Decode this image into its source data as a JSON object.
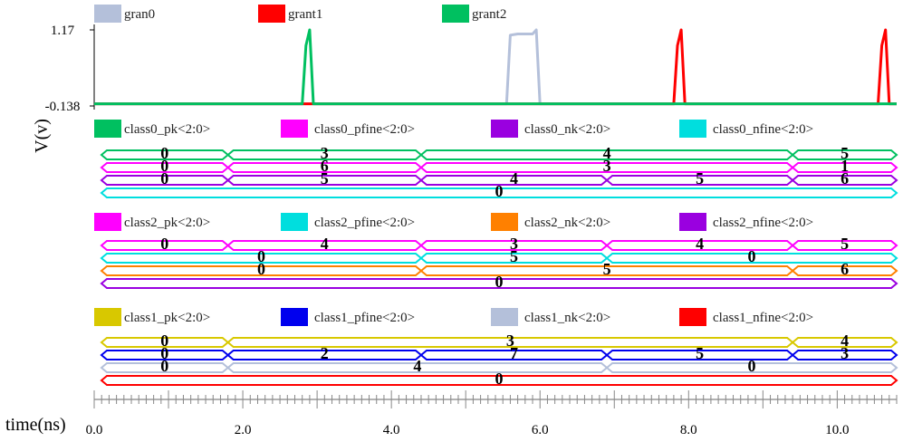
{
  "chart_data": {
    "type": "line",
    "x_range": [
      0,
      10.8
    ],
    "x_ticks": [
      "0.0",
      "2.0",
      "4.0",
      "6.0",
      "8.0",
      "10.0"
    ],
    "xlabel": "time(ns)",
    "analog": {
      "ylabel": "V(v)",
      "ylim": [
        -0.138,
        1.17
      ],
      "y_ticks": [
        "1.17",
        "-0.138"
      ],
      "series": [
        {
          "name": "gran0",
          "color": "#b4c0da",
          "x": [
            0,
            5.55,
            5.6,
            5.7,
            5.9,
            5.95,
            6.0,
            10.8
          ],
          "y": [
            -0.1,
            -0.1,
            1.08,
            1.1,
            1.1,
            1.17,
            -0.1,
            -0.1
          ]
        },
        {
          "name": "grant1",
          "color": "#ff0000",
          "x": [
            0,
            2.9,
            2.92,
            7.8,
            7.85,
            7.9,
            7.95,
            10.55,
            10.6,
            10.65,
            10.7,
            10.8
          ],
          "y": [
            -0.1,
            -0.1,
            -0.1,
            -0.1,
            0.9,
            1.17,
            -0.1,
            -0.1,
            0.9,
            1.17,
            -0.1,
            -0.1
          ]
        },
        {
          "name": "grant2",
          "color": "#00c060",
          "x": [
            0,
            2.8,
            2.85,
            2.9,
            2.95,
            10.8
          ],
          "y": [
            -0.1,
            -0.1,
            0.9,
            1.17,
            -0.1,
            -0.1
          ]
        }
      ]
    },
    "bus_groups": [
      {
        "legend": [
          {
            "name": "class0_pk<2:0>",
            "color": "#00c060"
          },
          {
            "name": "class0_pfine<2:0>",
            "color": "#ff00ff"
          },
          {
            "name": "class0_nk<2:0>",
            "color": "#9a00e0"
          },
          {
            "name": "class0_nfine<2:0>",
            "color": "#00dede"
          }
        ],
        "buses": [
          {
            "color": "#00c060",
            "labels": [
              "0",
              "3",
              "4",
              "5"
            ],
            "transitions": [
              1.8,
              4.4,
              9.4
            ]
          },
          {
            "color": "#ff00ff",
            "labels": [
              "0",
              "6",
              "3",
              "1"
            ],
            "transitions": [
              1.8,
              4.4,
              9.4
            ]
          },
          {
            "color": "#9a00e0",
            "labels": [
              "0",
              "5",
              "4",
              "5",
              "6"
            ],
            "transitions": [
              1.8,
              4.4,
              6.9,
              9.4
            ]
          },
          {
            "color": "#00dede",
            "labels": [
              "0"
            ],
            "transitions": []
          }
        ]
      },
      {
        "legend": [
          {
            "name": "class2_pk<2:0>",
            "color": "#ff00ff"
          },
          {
            "name": "class2_pfine<2:0>",
            "color": "#00dede"
          },
          {
            "name": "class2_nk<2:0>",
            "color": "#ff8000"
          },
          {
            "name": "class2_nfine<2:0>",
            "color": "#9a00e0"
          }
        ],
        "buses": [
          {
            "color": "#ff00ff",
            "labels": [
              "0",
              "4",
              "3",
              "4",
              "5"
            ],
            "transitions": [
              1.8,
              4.4,
              6.9,
              9.4
            ]
          },
          {
            "color": "#00dede",
            "labels": [
              "0",
              "5",
              "0"
            ],
            "transitions": [
              4.4,
              6.9
            ]
          },
          {
            "color": "#ff8000",
            "labels": [
              "0",
              "5",
              "6"
            ],
            "transitions": [
              4.4,
              9.4
            ]
          },
          {
            "color": "#9a00e0",
            "labels": [
              "0"
            ],
            "transitions": []
          }
        ]
      },
      {
        "legend": [
          {
            "name": "class1_pk<2:0>",
            "color": "#d8c800"
          },
          {
            "name": "class1_pfine<2:0>",
            "color": "#0000ee"
          },
          {
            "name": "class1_nk<2:0>",
            "color": "#b4c0da"
          },
          {
            "name": "class1_nfine<2:0>",
            "color": "#ff0000"
          }
        ],
        "buses": [
          {
            "color": "#d8c800",
            "labels": [
              "0",
              "3",
              "4"
            ],
            "transitions": [
              1.8,
              9.4
            ]
          },
          {
            "color": "#0000ee",
            "labels": [
              "0",
              "2",
              "7",
              "5",
              "3"
            ],
            "transitions": [
              1.8,
              4.4,
              6.9,
              9.4
            ]
          },
          {
            "color": "#b4c0da",
            "labels": [
              "0",
              "4",
              "0"
            ],
            "transitions": [
              1.8,
              6.9
            ]
          },
          {
            "color": "#ff0000",
            "labels": [
              "0"
            ],
            "transitions": []
          }
        ]
      }
    ]
  }
}
